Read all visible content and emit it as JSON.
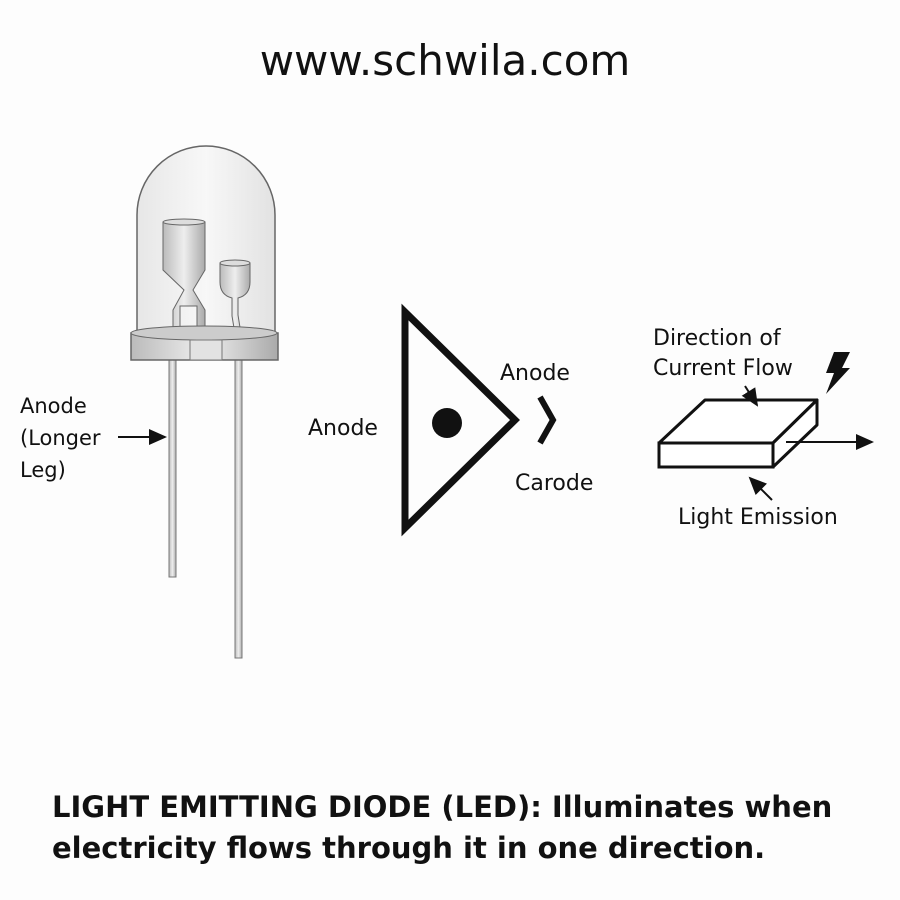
{
  "site": "www.schwila.com",
  "led_labels": {
    "line1": "Anode",
    "line2": "(Longer",
    "line3": "Leg)"
  },
  "symbol": {
    "anode_left": "Anode",
    "anode_right": "Anode",
    "cathode": "Carode"
  },
  "chip": {
    "direction_line1": "Direction of",
    "direction_line2": "Current Flow",
    "emission": "Light Emission"
  },
  "caption": {
    "line1": "LIGHT EMITTING DIODE (LED): Illuminates when",
    "line2": "electricity flows through it in one direction."
  }
}
